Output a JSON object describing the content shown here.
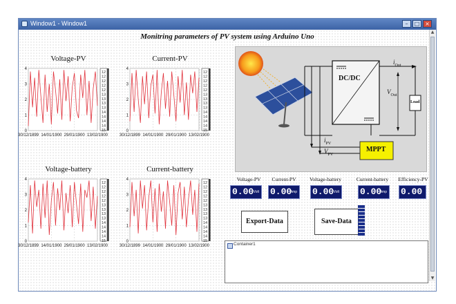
{
  "window": {
    "title": "Window1 - Window1",
    "minimize": "–",
    "maximize": "□",
    "close": "×"
  },
  "header": {
    "title": "Monitring parameters of PV system using Arduino Uno"
  },
  "plot_common": {
    "y_ticks": [
      "0",
      "1",
      "2",
      "3",
      "4"
    ],
    "x_ticks": [
      "30/12/1899",
      "14/01/1900",
      "29/01/1900",
      "13/02/1900"
    ],
    "legend_ticks": [
      "12",
      "12",
      "12",
      "12",
      "12",
      "13",
      "13",
      "13",
      "13",
      "14",
      "14",
      "14",
      "14",
      "15"
    ]
  },
  "chart_data": [
    {
      "type": "line",
      "title": "Voltage-PV",
      "ylim": [
        0,
        4
      ],
      "values": [
        0.3,
        3.8,
        1.5,
        3.4,
        0.9,
        3.9,
        2.2,
        0.5,
        3.6,
        1.2,
        3.0,
        0.4,
        3.8,
        2.6,
        1.1,
        3.3,
        0.7,
        3.9,
        1.9,
        3.5,
        0.6,
        2.8,
        3.7,
        1.3,
        0.8,
        3.6,
        2.1,
        3.9,
        1.0,
        3.2,
        0.5,
        2.7,
        3.8,
        1.6
      ]
    },
    {
      "type": "line",
      "title": "Current-PV",
      "ylim": [
        0,
        4
      ],
      "values": [
        0.6,
        3.7,
        1.2,
        3.9,
        2.0,
        0.5,
        3.5,
        1.7,
        3.8,
        0.8,
        2.9,
        3.6,
        1.1,
        3.9,
        0.4,
        2.5,
        3.7,
        1.4,
        3.2,
        0.9,
        3.8,
        2.3,
        0.6,
        3.5,
        1.8,
        3.9,
        1.0,
        3.1,
        0.7,
        3.6,
        2.4,
        3.8,
        1.2,
        3.4
      ]
    },
    {
      "type": "line",
      "title": "Voltage-battery",
      "ylim": [
        0,
        4
      ],
      "values": [
        1.2,
        3.6,
        0.5,
        3.9,
        2.2,
        3.3,
        0.8,
        3.7,
        1.5,
        3.9,
        0.4,
        2.6,
        3.8,
        1.0,
        3.4,
        2.0,
        3.9,
        0.7,
        3.1,
        1.8,
        3.6,
        0.9,
        3.8,
        2.4,
        1.1,
        3.7,
        0.6,
        3.3,
        2.8,
        3.9,
        1.3,
        3.5,
        0.8,
        2.9
      ]
    },
    {
      "type": "line",
      "title": "Current-battery",
      "ylim": [
        0,
        4
      ],
      "values": [
        0.9,
        3.8,
        1.6,
        3.3,
        0.5,
        3.9,
        2.1,
        3.6,
        0.7,
        2.8,
        3.9,
        1.2,
        3.4,
        0.6,
        3.7,
        1.9,
        3.2,
        0.8,
        3.9,
        2.5,
        1.0,
        3.6,
        0.4,
        3.1,
        3.8,
        1.4,
        3.5,
        0.9,
        2.7,
        3.9,
        1.7,
        3.3,
        0.6,
        3.7
      ]
    }
  ],
  "diagram": {
    "i_out": "i",
    "i_out_sub": "Out",
    "dcdc": "DC/DC",
    "v_out": "V",
    "v_out_sub": "Out",
    "load": "Load",
    "i_pv": "i",
    "i_pv_sub": "PV",
    "v_pv": "V",
    "v_pv_sub": "PV",
    "mppt": "MPPT"
  },
  "meters": [
    {
      "label": "Voltage-PV",
      "value": "0.00",
      "unit": "Volt"
    },
    {
      "label": "Current-PV",
      "value": "0.00",
      "unit": "Amp"
    },
    {
      "label": "Voltage-battery",
      "value": "0.00",
      "unit": "Volt"
    },
    {
      "label": "Current-battery",
      "value": "0.00",
      "unit": "Amp"
    },
    {
      "label": "Efficiency-PV",
      "value": "0.00",
      "unit": ""
    }
  ],
  "buttons": {
    "export": "Export-Data",
    "save": "Save-Data"
  },
  "container": {
    "label": "Container1"
  },
  "colors": {
    "plot_line": "#e0303a",
    "meter_bg": "#0f1a6b",
    "mppt_fill": "#f5f000",
    "titlebar": "#4a72b5"
  }
}
